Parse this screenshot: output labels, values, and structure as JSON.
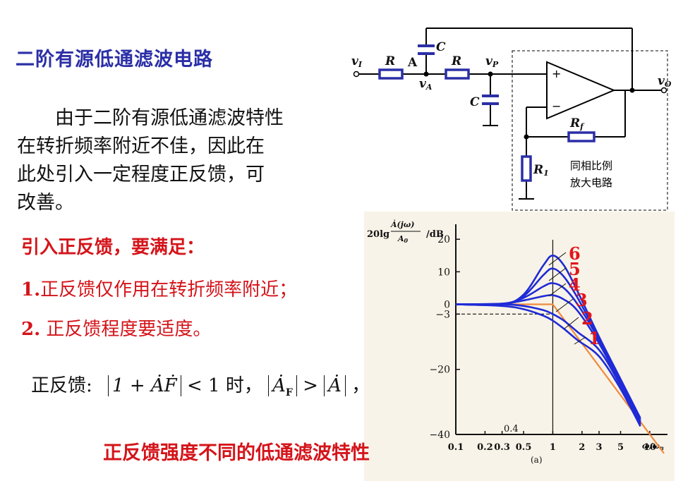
{
  "title": "二阶有源低通滤波电路",
  "paragraph": [
    "由于二阶有源低通滤波特性",
    "在转折频率附近不佳，因此在",
    "此处引入一定程度正反馈，可",
    "改善。"
  ],
  "requirement_heading": "引入正反馈，要满足：",
  "conditions": [
    {
      "num": "1.",
      "text": "正反馈仅作用在转折频率附近；"
    },
    {
      "num": "2.",
      "text": " 正反馈程度要适度。"
    }
  ],
  "formula": {
    "label": "正反馈:",
    "lhs": "1 + ȦḞ",
    "op1": "< 1 时，",
    "a_f": "Ȧ",
    "a_f_sub": "F",
    "op2": ">",
    "a": "Ȧ",
    "tail": "，"
  },
  "caption": "正反馈强度不同的低通滤波特性",
  "circuit": {
    "labels": {
      "vi": "v",
      "vi_sub": "I",
      "r1": "R",
      "node_a": "A",
      "va": "v",
      "va_sub": "A",
      "c_top": "C",
      "r2": "R",
      "vp": "v",
      "vp_sub": "P",
      "c_bot": "C",
      "plus": "+",
      "minus": "−",
      "vo": "v",
      "vo_sub": "O",
      "rf": "R",
      "rf_sub": "f",
      "r_1": "R",
      "r_1_sub": "1",
      "note_line1": "同相比例",
      "note_line2": "放大电路"
    },
    "colors": {
      "resistor": "#2b2fa6",
      "wire": "#000000"
    }
  },
  "chart_data": {
    "type": "line",
    "ylabel_pre": "20lg",
    "ylabel_num": "Ȧ(jω)",
    "ylabel_den": "A",
    "ylabel_den_sub": "0",
    "ylabel_unit": "/dB",
    "xlabel": "ω/ω",
    "xlabel_sub": "n",
    "figure_label": "(a)",
    "x_scale": "log",
    "xlim": [
      0.1,
      14
    ],
    "ylim": [
      -40,
      22
    ],
    "x_ticks": [
      {
        "v": 0.1,
        "label": "0.1"
      },
      {
        "v": 0.2,
        "label": "0.2"
      },
      {
        "v": 0.3,
        "label": "0.3"
      },
      {
        "v": 0.5,
        "label": "0.5"
      },
      {
        "v": 1,
        "label": "1"
      },
      {
        "v": 2,
        "label": "2"
      },
      {
        "v": 3,
        "label": "3"
      },
      {
        "v": 5,
        "label": "5"
      },
      {
        "v": 10,
        "label": "10"
      }
    ],
    "y_ticks": [
      {
        "v": 20,
        "label": "20"
      },
      {
        "v": 10,
        "label": "10"
      },
      {
        "v": 0,
        "label": "0"
      },
      {
        "v": -3,
        "label": "−3"
      },
      {
        "v": -20,
        "label": "−20"
      },
      {
        "v": -40,
        "label": "−40"
      }
    ],
    "annotation": "0.4",
    "curve_labels": [
      "6",
      "5",
      "4",
      "3",
      "2",
      "1"
    ],
    "series": [
      {
        "name": "6",
        "x": [
          0.1,
          0.3,
          0.5,
          0.8,
          1.0,
          1.3,
          1.8,
          3,
          5,
          8
        ],
        "y": [
          0,
          0,
          3,
          12,
          15,
          12,
          4,
          -10,
          -23,
          -35
        ]
      },
      {
        "name": "5",
        "x": [
          0.1,
          0.3,
          0.5,
          0.8,
          1.0,
          1.3,
          1.8,
          3,
          5,
          8
        ],
        "y": [
          0,
          0,
          2.5,
          9,
          11,
          8.5,
          2,
          -10.5,
          -23.5,
          -35.5
        ]
      },
      {
        "name": "4",
        "x": [
          0.1,
          0.3,
          0.5,
          0.8,
          1.0,
          1.3,
          1.8,
          3,
          5,
          8
        ],
        "y": [
          0,
          0.2,
          2,
          5.5,
          6.5,
          5,
          0,
          -11,
          -24,
          -36
        ]
      },
      {
        "name": "3",
        "x": [
          0.1,
          0.3,
          0.5,
          0.8,
          1.0,
          1.3,
          1.8,
          3,
          5,
          8
        ],
        "y": [
          0,
          0.2,
          1.2,
          2.5,
          2.8,
          1.5,
          -2,
          -12,
          -24.5,
          -36.5
        ]
      },
      {
        "name": "2",
        "x": [
          0.1,
          0.3,
          0.5,
          0.8,
          1.0,
          1.3,
          1.8,
          3,
          5,
          8
        ],
        "y": [
          0,
          0,
          -0.5,
          -1.8,
          -3,
          -5,
          -8.5,
          -14,
          -25,
          -37
        ]
      },
      {
        "name": "1",
        "x": [
          0.1,
          0.3,
          0.5,
          0.8,
          1.0,
          1.3,
          1.8,
          3,
          5,
          8
        ],
        "y": [
          0,
          -0.5,
          -1.5,
          -3.5,
          -5,
          -7.5,
          -11,
          -16,
          -26,
          -37.5
        ]
      }
    ],
    "ideal": {
      "x": [
        0.1,
        1,
        14
      ],
      "y": [
        0,
        0,
        -45.8
      ]
    },
    "reference_line": {
      "y": -3,
      "x_end": 1
    },
    "colors": {
      "curves": "#1f2bd6",
      "ideal": "#f08a3c",
      "labels": "#e2161b"
    }
  }
}
